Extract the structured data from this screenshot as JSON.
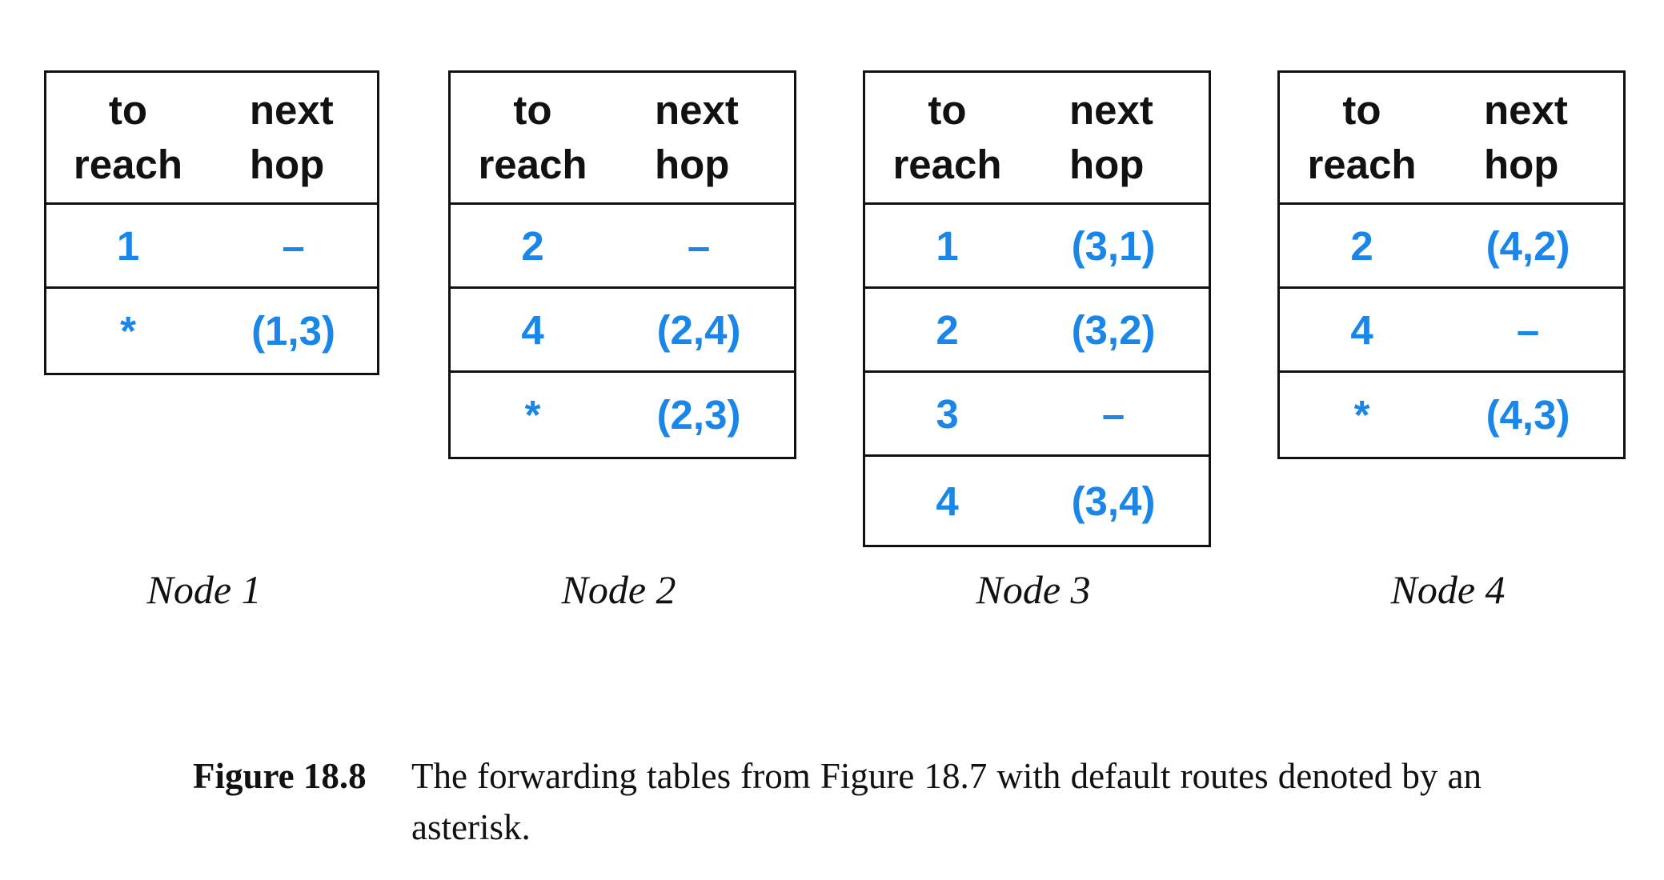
{
  "tables": [
    {
      "header": {
        "col1": "to\nreach",
        "col2": "next\nhop"
      },
      "rows": [
        {
          "to_reach": "1",
          "next_hop": "–"
        },
        {
          "to_reach": "*",
          "next_hop": "(1,3)"
        }
      ],
      "label": "Node 1"
    },
    {
      "header": {
        "col1": "to\nreach",
        "col2": "next\nhop"
      },
      "rows": [
        {
          "to_reach": "2",
          "next_hop": "–"
        },
        {
          "to_reach": "4",
          "next_hop": "(2,4)"
        },
        {
          "to_reach": "*",
          "next_hop": "(2,3)"
        }
      ],
      "label": "Node 2"
    },
    {
      "header": {
        "col1": "to\nreach",
        "col2": "next\nhop"
      },
      "rows": [
        {
          "to_reach": "1",
          "next_hop": "(3,1)"
        },
        {
          "to_reach": "2",
          "next_hop": "(3,2)"
        },
        {
          "to_reach": "3",
          "next_hop": "–"
        },
        {
          "to_reach": "4",
          "next_hop": "(3,4)"
        }
      ],
      "label": "Node 3"
    },
    {
      "header": {
        "col1": "to\nreach",
        "col2": "next\nhop"
      },
      "rows": [
        {
          "to_reach": "2",
          "next_hop": "(4,2)"
        },
        {
          "to_reach": "4",
          "next_hop": "–"
        },
        {
          "to_reach": "*",
          "next_hop": "(4,3)"
        }
      ],
      "label": "Node 4"
    }
  ],
  "caption": {
    "figure_number": "Figure 18.8",
    "text": "The forwarding tables from Figure 18.7 with default routes denoted by an asterisk."
  },
  "colors": {
    "entry": "#1a86e8",
    "border": "#111111"
  }
}
